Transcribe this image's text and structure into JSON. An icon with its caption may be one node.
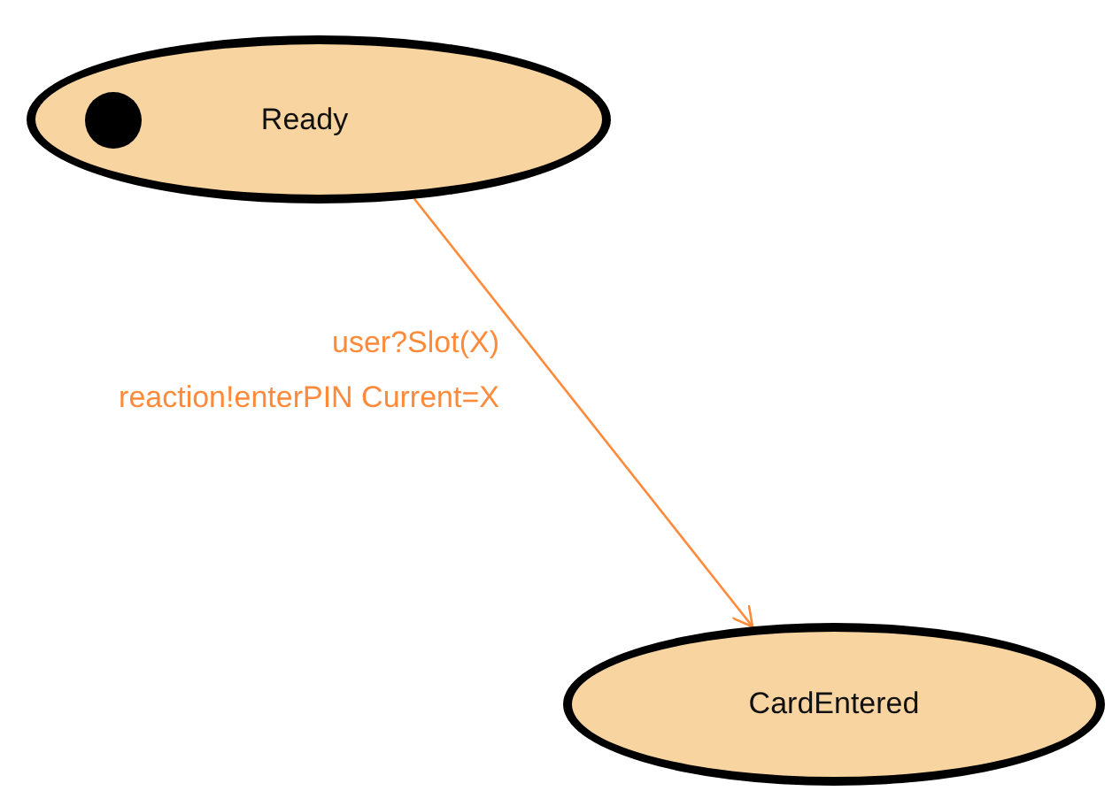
{
  "diagram": {
    "nodes": [
      {
        "text": [
          "Ready"
        ]
      },
      {
        "text": [
          "CardEntered"
        ]
      }
    ],
    "edges": [
      {
        "from": 0,
        "to": 1,
        "arrow": "to",
        "label": "user?Slot(X) reaction!enterPIN Current=X"
      }
    ]
  }
}
